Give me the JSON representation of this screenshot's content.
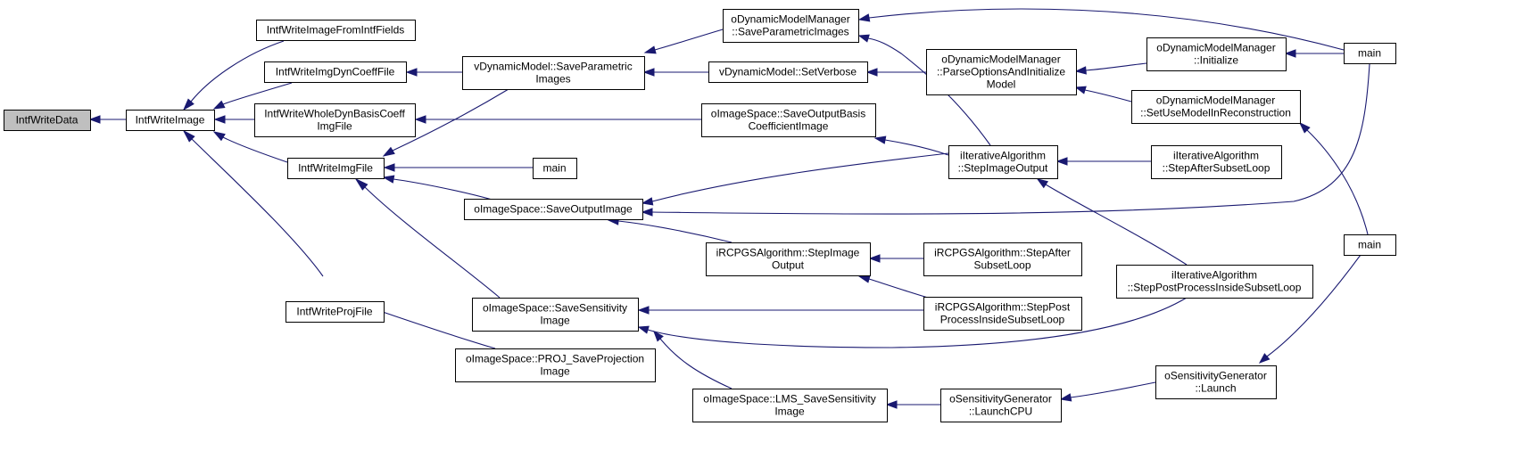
{
  "colors": {
    "edge": "#191970",
    "node_border": "#000000",
    "root_fill": "#bfbfbf",
    "node_fill": "#ffffff"
  },
  "nodes": [
    {
      "id": "n0",
      "lines": [
        "IntfWriteData"
      ]
    },
    {
      "id": "n1",
      "lines": [
        "IntfWriteImage"
      ]
    },
    {
      "id": "n2",
      "lines": [
        "IntfWriteImageFromIntfFields"
      ]
    },
    {
      "id": "n3",
      "lines": [
        "IntfWriteImgDynCoeffFile"
      ]
    },
    {
      "id": "n4",
      "lines": [
        "IntfWriteWholeDynBasisCoeff",
        "ImgFile"
      ]
    },
    {
      "id": "n5",
      "lines": [
        "IntfWriteImgFile"
      ]
    },
    {
      "id": "n6",
      "lines": [
        "IntfWriteProjFile"
      ]
    },
    {
      "id": "n7",
      "lines": [
        "vDynamicModel::SaveParametric",
        "Images"
      ]
    },
    {
      "id": "n8",
      "lines": [
        "main"
      ]
    },
    {
      "id": "n9",
      "lines": [
        "oImageSpace::SaveOutputImage"
      ]
    },
    {
      "id": "n10",
      "lines": [
        "oImageSpace::SaveSensitivity",
        "Image"
      ]
    },
    {
      "id": "n11",
      "lines": [
        "oImageSpace::PROJ_SaveProjection",
        "Image"
      ]
    },
    {
      "id": "n12",
      "lines": [
        "oDynamicModelManager",
        "::SaveParametricImages"
      ]
    },
    {
      "id": "n13",
      "lines": [
        "vDynamicModel::SetVerbose"
      ]
    },
    {
      "id": "n14",
      "lines": [
        "oImageSpace::SaveOutputBasis",
        "CoefficientImage"
      ]
    },
    {
      "id": "n15",
      "lines": [
        "iRCPGSAlgorithm::StepImage",
        "Output"
      ]
    },
    {
      "id": "n16",
      "lines": [
        "oImageSpace::LMS_SaveSensitivity",
        "Image"
      ]
    },
    {
      "id": "n17",
      "lines": [
        "oDynamicModelManager",
        "::ParseOptionsAndInitialize",
        "Model"
      ]
    },
    {
      "id": "n18",
      "lines": [
        "iIterativeAlgorithm",
        "::StepImageOutput"
      ]
    },
    {
      "id": "n19",
      "lines": [
        "iRCPGSAlgorithm::StepAfter",
        "SubsetLoop"
      ]
    },
    {
      "id": "n20",
      "lines": [
        "iRCPGSAlgorithm::StepPost",
        "ProcessInsideSubsetLoop"
      ]
    },
    {
      "id": "n21",
      "lines": [
        "iIterativeAlgorithm",
        "::StepPostProcessInsideSubsetLoop"
      ]
    },
    {
      "id": "n22",
      "lines": [
        "oSensitivityGenerator",
        "::LaunchCPU"
      ]
    },
    {
      "id": "n23",
      "lines": [
        "oDynamicModelManager",
        "::Initialize"
      ]
    },
    {
      "id": "n24",
      "lines": [
        "oDynamicModelManager",
        "::SetUseModelInReconstruction"
      ]
    },
    {
      "id": "n25",
      "lines": [
        "iIterativeAlgorithm",
        "::StepAfterSubsetLoop"
      ]
    },
    {
      "id": "n26",
      "lines": [
        "oSensitivityGenerator",
        "::Launch"
      ]
    },
    {
      "id": "n27",
      "lines": [
        "main"
      ]
    },
    {
      "id": "n28",
      "lines": [
        "main"
      ]
    }
  ],
  "edges": [
    {
      "from": "n1",
      "to": "n0"
    },
    {
      "from": "n2",
      "to": "n1"
    },
    {
      "from": "n3",
      "to": "n1"
    },
    {
      "from": "n4",
      "to": "n1"
    },
    {
      "from": "n5",
      "to": "n1"
    },
    {
      "from": "n6",
      "to": "n1"
    },
    {
      "from": "n7",
      "to": "n3"
    },
    {
      "from": "n14",
      "to": "n4"
    },
    {
      "from": "n7",
      "to": "n5"
    },
    {
      "from": "n8",
      "to": "n5"
    },
    {
      "from": "n9",
      "to": "n5"
    },
    {
      "from": "n10",
      "to": "n5"
    },
    {
      "from": "n11",
      "to": "n6"
    },
    {
      "from": "n12",
      "to": "n7"
    },
    {
      "from": "n13",
      "to": "n7"
    },
    {
      "from": "n18",
      "to": "n9"
    },
    {
      "from": "n27",
      "to": "n9"
    },
    {
      "from": "n15",
      "to": "n9"
    },
    {
      "from": "n20",
      "to": "n10"
    },
    {
      "from": "n21",
      "to": "n10"
    },
    {
      "from": "n16",
      "to": "n10"
    },
    {
      "from": "n27",
      "to": "n12"
    },
    {
      "from": "n18",
      "to": "n12"
    },
    {
      "from": "n17",
      "to": "n13"
    },
    {
      "from": "n18",
      "to": "n14"
    },
    {
      "from": "n19",
      "to": "n15"
    },
    {
      "from": "n20",
      "to": "n15"
    },
    {
      "from": "n22",
      "to": "n16"
    },
    {
      "from": "n23",
      "to": "n17"
    },
    {
      "from": "n24",
      "to": "n17"
    },
    {
      "from": "n25",
      "to": "n18"
    },
    {
      "from": "n21",
      "to": "n18"
    },
    {
      "from": "n26",
      "to": "n22"
    },
    {
      "from": "n27",
      "to": "n23"
    },
    {
      "from": "n28",
      "to": "n24"
    },
    {
      "from": "n28",
      "to": "n26"
    }
  ]
}
